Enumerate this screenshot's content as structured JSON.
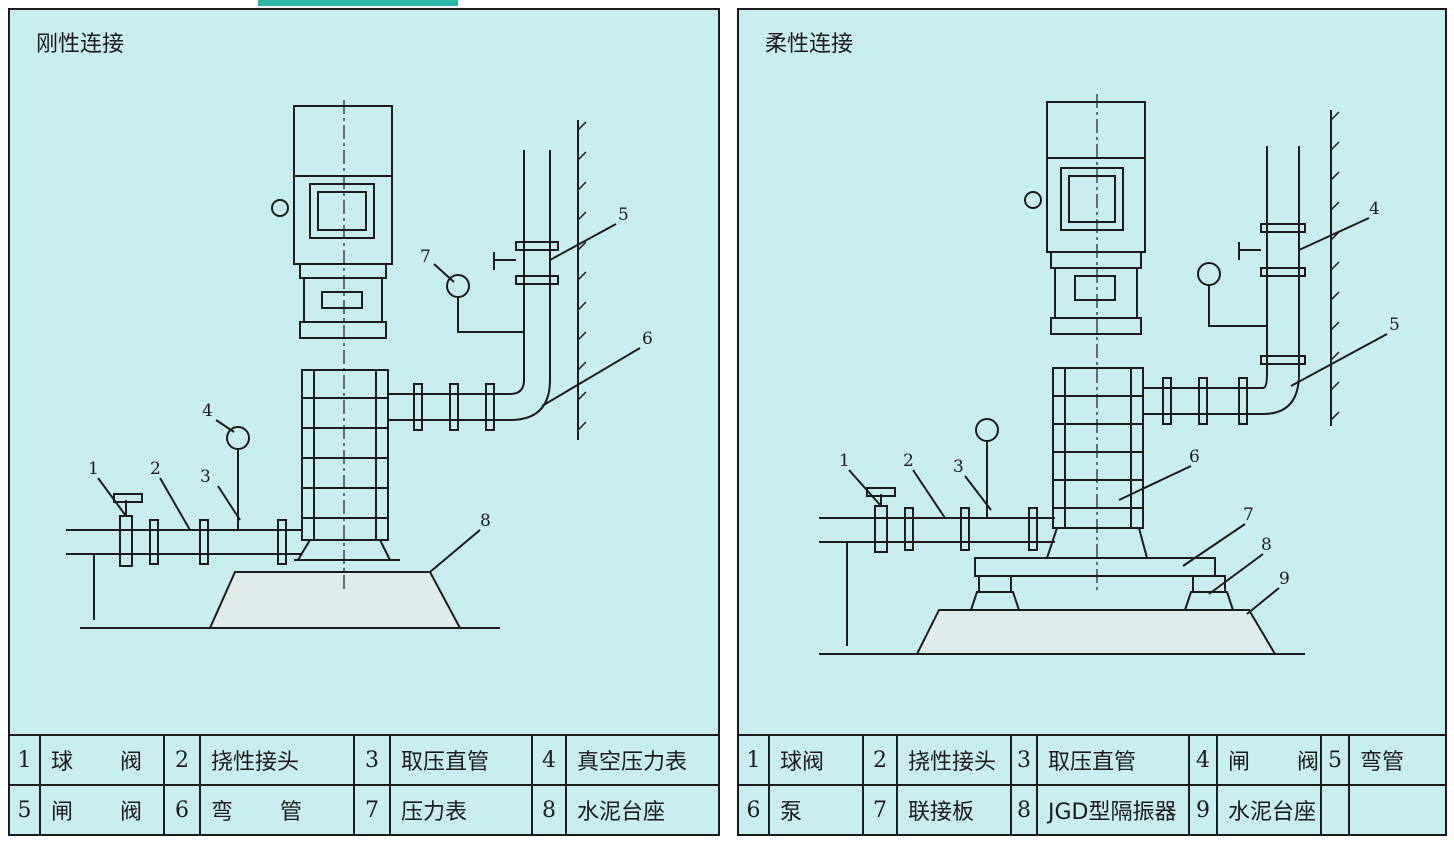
{
  "left": {
    "title": "刚性连接",
    "callouts": [
      "1",
      "2",
      "3",
      "4",
      "5",
      "6",
      "7",
      "8"
    ],
    "legend": [
      [
        {
          "n": "1",
          "label": "球 阀"
        },
        {
          "n": "2",
          "label": "挠性接头"
        },
        {
          "n": "3",
          "label": "取压直管"
        },
        {
          "n": "4",
          "label": "真空压力表"
        }
      ],
      [
        {
          "n": "5",
          "label": "闸 阀"
        },
        {
          "n": "6",
          "label": "弯 管"
        },
        {
          "n": "7",
          "label": "压力表"
        },
        {
          "n": "8",
          "label": "水泥台座"
        }
      ]
    ]
  },
  "right": {
    "title": "柔性连接",
    "callouts": [
      "1",
      "2",
      "3",
      "4",
      "5",
      "6",
      "7",
      "8",
      "9"
    ],
    "legend": [
      [
        {
          "n": "1",
          "label": "球阀"
        },
        {
          "n": "2",
          "label": "挠性接头"
        },
        {
          "n": "3",
          "label": "取压直管"
        },
        {
          "n": "4",
          "label": "闸 阀"
        },
        {
          "n": "5",
          "label": "弯管"
        }
      ],
      [
        {
          "n": "6",
          "label": "泵"
        },
        {
          "n": "7",
          "label": "联接板"
        },
        {
          "n": "8",
          "label": "JGD型隔振器"
        },
        {
          "n": "9",
          "label": "水泥台座"
        },
        {
          "n": "",
          "label": ""
        }
      ]
    ]
  },
  "colors": {
    "panel_bg": "#c9eef0",
    "line": "#1b1b1b",
    "accent": "#2bb6a6"
  }
}
